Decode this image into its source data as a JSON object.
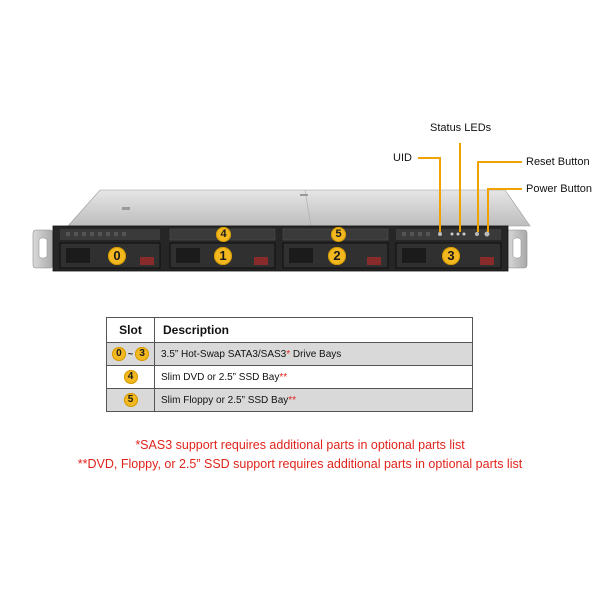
{
  "callouts": {
    "status_leds": "Status LEDs",
    "uid": "UID",
    "reset_button": "Reset Button",
    "power_button": "Power Button"
  },
  "bays": {
    "lower": [
      "0",
      "1",
      "2",
      "3"
    ],
    "upper": [
      "4",
      "5"
    ]
  },
  "table": {
    "header_slot": "Slot",
    "header_description": "Description",
    "rows": [
      {
        "slot_from": "0",
        "slot_sep": "~",
        "slot_to": "3",
        "text": "3.5” Hot-Swap SATA3/SAS3",
        "mark": "*",
        "text_after": " Drive Bays"
      },
      {
        "slot": "4",
        "text": "Slim DVD or 2.5” SSD Bay",
        "mark": "**"
      },
      {
        "slot": "5",
        "text": "Slim Floppy or 2.5” SSD Bay",
        "mark": "**"
      }
    ]
  },
  "notes": [
    "*SAS3 support requires additional parts in optional parts list",
    "**DVD, Floppy, or 2.5” SSD support requires additional parts in optional parts list"
  ],
  "colors": {
    "badge": "#f3b81f",
    "note_red": "#e0241b",
    "chassis": "#cfcfcf",
    "front_panel": "#222222"
  }
}
